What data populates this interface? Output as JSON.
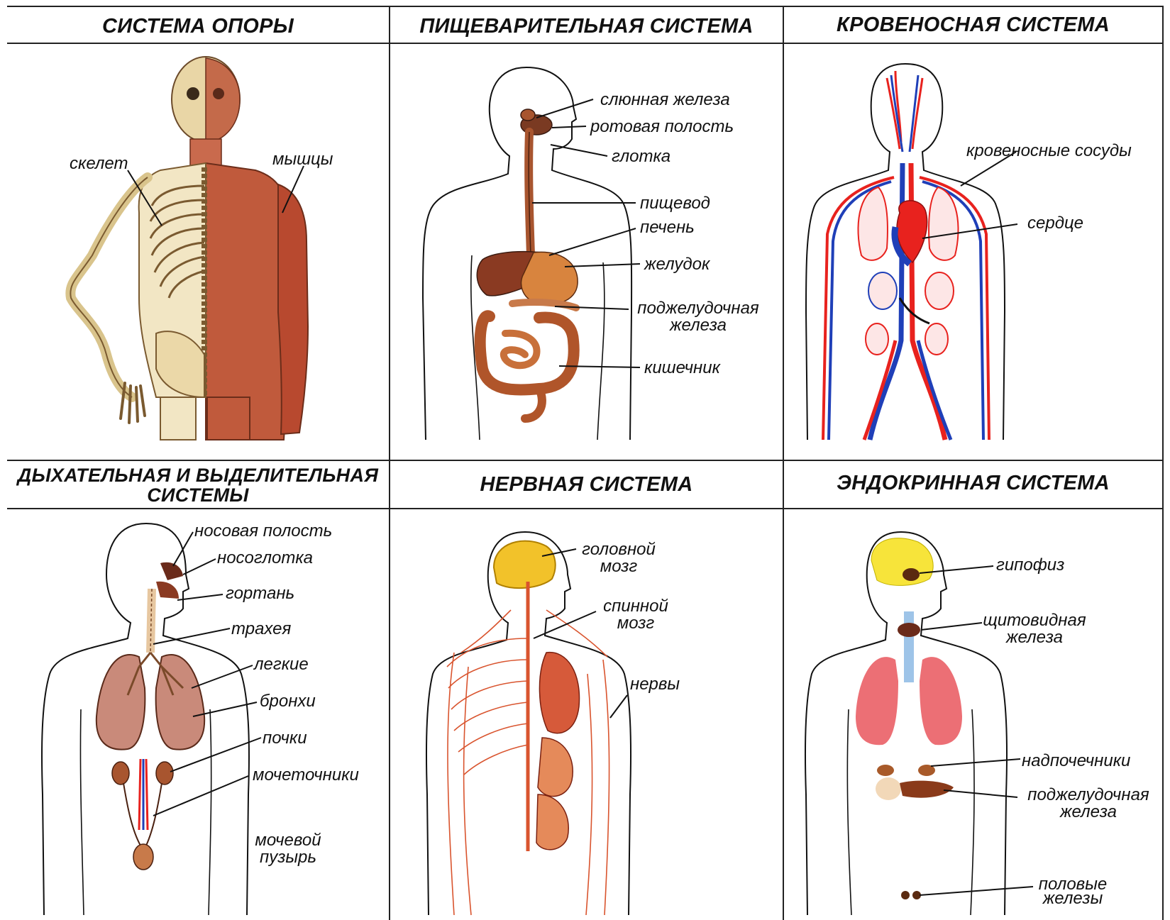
{
  "panels": {
    "support": {
      "title": "СИСТЕМА ОПОРЫ",
      "labels": {
        "skeleton": "скелет",
        "muscles": "мышцы"
      }
    },
    "digestive": {
      "title": "ПИЩЕВАРИТЕЛЬНАЯ СИСТЕМА",
      "labels": {
        "salivary": "слюнная железа",
        "mouth": "ротовая полость",
        "pharynx": "глотка",
        "esophagus": "пищевод",
        "liver": "печень",
        "stomach": "желудок",
        "pancreas_1": "поджелудочная",
        "pancreas_2": "железа",
        "intestine": "кишечник"
      }
    },
    "circulatory": {
      "title": "КРОВЕНОСНАЯ СИСТЕМА",
      "labels": {
        "vessels": "кровеносные сосуды",
        "heart": "сердце"
      }
    },
    "respiratory": {
      "title_line1": "ДЫХАТЕЛЬНАЯ И ВЫДЕЛИТЕЛЬНАЯ",
      "title_line2": "СИСТЕМЫ",
      "labels": {
        "nasal": "носовая полость",
        "nasopharynx": "носоглотка",
        "larynx": "гортань",
        "trachea": "трахея",
        "lungs": "легкие",
        "bronchi": "бронхи",
        "kidneys": "почки",
        "ureters": "мочеточники",
        "bladder_1": "мочевой",
        "bladder_2": "пузырь"
      }
    },
    "nervous": {
      "title": "НЕРВНАЯ СИСТЕМА",
      "labels": {
        "brain_1": "головной",
        "brain_2": "мозг",
        "spinal_1": "спинной",
        "spinal_2": "мозг",
        "nerves": "нервы"
      }
    },
    "endocrine": {
      "title": "ЭНДОКРИННАЯ СИСТЕМА",
      "labels": {
        "pituitary": "гипофиз",
        "thyroid_1": "щитовидная",
        "thyroid_2": "железа",
        "adrenal": "надпочечники",
        "pancreas_1": "поджелудочная",
        "pancreas_2": "железа",
        "gonads_1": "половые",
        "gonads_2": "железы"
      }
    }
  },
  "colors": {
    "artery": "#e8221e",
    "vein": "#1f3fb8",
    "muscle": "#b9482e",
    "bone": "#e7d3a2",
    "organ": "#a8552f",
    "nerve": "#d9542e",
    "brain_yellow": "#f7e43a",
    "lung_pink": "#ec6f75"
  }
}
